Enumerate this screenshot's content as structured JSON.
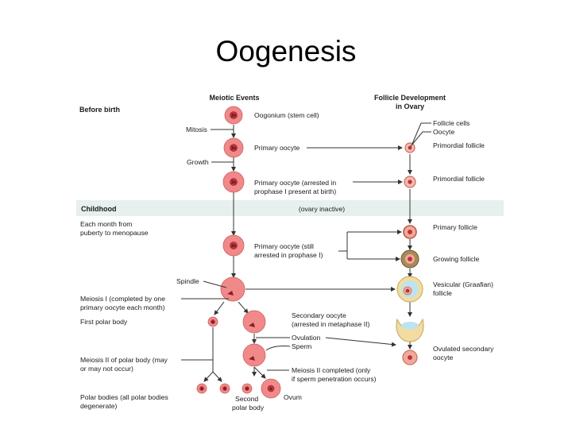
{
  "title": "Oogenesis",
  "columns": {
    "meiotic": "Meiotic Events",
    "follicle_line1": "Follicle Development",
    "follicle_line2": "in Ovary"
  },
  "stages": {
    "before_birth": "Before birth",
    "childhood": "Childhood",
    "ovary_inactive": "(ovary inactive)",
    "each_month_line1": "Each month from",
    "each_month_line2": "puberty to menopause"
  },
  "process_labels": {
    "mitosis": "Mitosis",
    "growth": "Growth",
    "spindle": "Spindle",
    "meiosis1_line1": "Meiosis I (completed by one",
    "meiosis1_line2": "primary oocyte each month)",
    "first_polar_body": "First polar body",
    "meiosis2_polar_line1": "Meiosis II of polar body (may",
    "meiosis2_polar_line2": "or may not occur)",
    "polar_bodies_line1": "Polar bodies (all polar bodies",
    "polar_bodies_line2": "degenerate)",
    "ovulation": "Ovulation",
    "sperm": "Sperm",
    "meiosis2_done_line1": "Meiosis II completed (only",
    "meiosis2_done_line2": "if sperm penetration occurs)",
    "second_polar_line1": "Second",
    "second_polar_line2": "polar body",
    "ovum": "Ovum"
  },
  "cell_labels": {
    "oogonium": "Oogonium (stem cell)",
    "primary_oocyte": "Primary oocyte",
    "primary_arrested_line1": "Primary oocyte (arrested in",
    "primary_arrested_line2": "prophase I present at birth)",
    "primary_still_line1": "Primary oocyte (still",
    "primary_still_line2": "arrested in prophase I)",
    "secondary_line1": "Secondary oocyte",
    "secondary_line2": "(arrested in metaphase II)"
  },
  "follicle_labels": {
    "follicle_cells": "Follicle cells",
    "oocyte": "Oocyte",
    "primordial_1": "Primordial follicle",
    "primordial_2": "Primordial follicle",
    "primary": "Primary follicle",
    "growing": "Growing follicle",
    "vesicular_line1": "Vesicular (Graafian)",
    "vesicular_line2": "follicle",
    "ovulated_line1": "Ovulated secondary",
    "ovulated_line2": "oocyte"
  },
  "ploidy": {
    "diploid": "2n",
    "haploid": "n"
  },
  "colors": {
    "cell": "#f08a8a",
    "nucleus": "#c9303a",
    "band": "#e7efef",
    "antrum": "#bfe3ee",
    "granulosa": "#f2dca0"
  }
}
